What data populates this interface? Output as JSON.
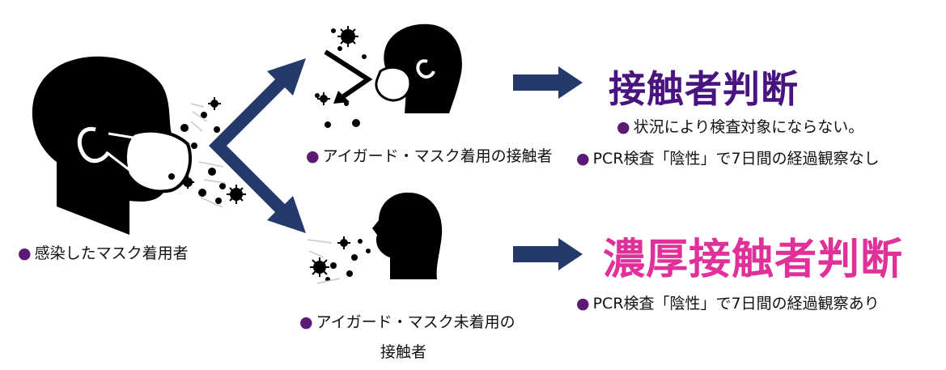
{
  "colors": {
    "navy": "#253a6b",
    "purple_bullet": "#5b1a73",
    "purple_title": "#4a1480",
    "pink_title": "#e0309a",
    "silhouette": "#000000"
  },
  "bullet": "●",
  "left_person": {
    "caption": "感染したマスク着用者"
  },
  "upper_contact": {
    "caption": "アイガード・マスク着用の接触者"
  },
  "lower_contact": {
    "caption_line1": "アイガード・マスク未着用の",
    "caption_line2": "接触者"
  },
  "upper_result": {
    "title": "接触者判断",
    "note1": "状況により検査対象にならない。",
    "note2": "PCR検査「陰性」で7日間の経過観察なし"
  },
  "lower_result": {
    "title": "濃厚接触者判断",
    "note1": "PCR検査「陰性」で7日間の経過観察あり"
  }
}
